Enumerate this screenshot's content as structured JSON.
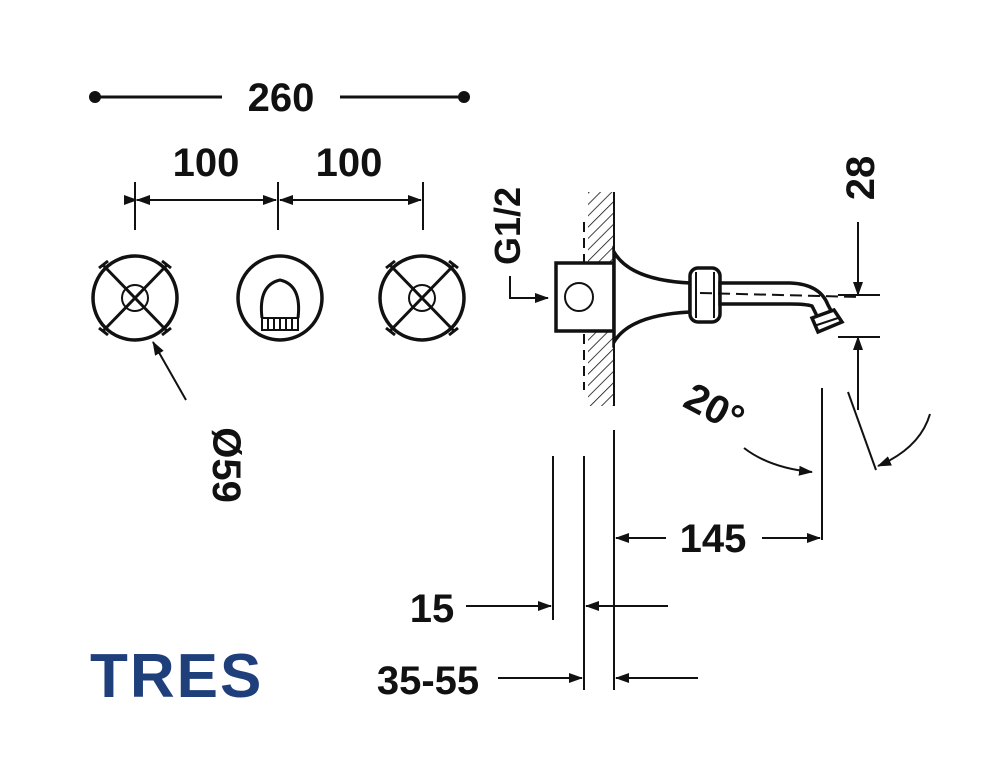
{
  "dimensions": {
    "overall_width": "260",
    "spacing_left": "100",
    "spacing_right": "100",
    "handle_diameter": "Ø59",
    "connection_thread": "G1/2",
    "spout_height": "28",
    "spout_angle": "20°",
    "spout_projection": "145",
    "plate_thickness": "15",
    "wall_range": "35-55"
  },
  "logo": {
    "text": "TRES",
    "color": "#1f3f7a"
  },
  "colors": {
    "line": "#111111",
    "background": "#ffffff"
  }
}
